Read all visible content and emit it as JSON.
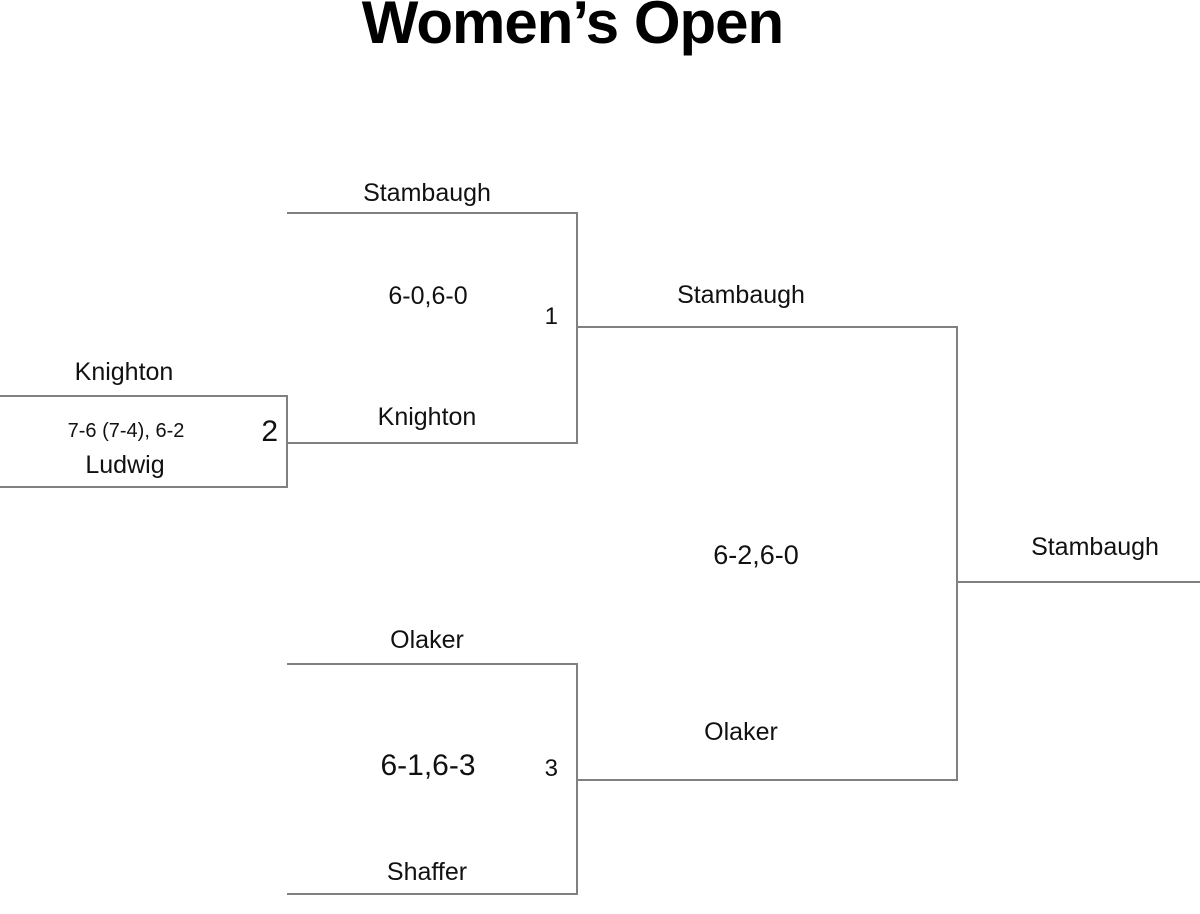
{
  "title": "Women’s Open",
  "colors": {
    "background": "#ffffff",
    "line": "#808080",
    "text": "#111111"
  },
  "bracket": {
    "round1": [
      {
        "match_number": "1",
        "top_player": "Stambaugh",
        "bottom_player": "Knighton",
        "score": "6-0,6-0",
        "winner": "Stambaugh"
      },
      {
        "match_number": "2",
        "top_player": "Knighton",
        "bottom_player": "Ludwig",
        "score": "7-6 (7-4), 6-2",
        "winner": "Knighton"
      },
      {
        "match_number": "3",
        "top_player": "Olaker",
        "bottom_player": "Shaffer",
        "score": "6-1,6-3",
        "winner": "Olaker"
      }
    ],
    "final": {
      "top_player": "Stambaugh",
      "bottom_player": "Olaker",
      "score": "6-2,6-0",
      "winner": "Stambaugh"
    }
  }
}
